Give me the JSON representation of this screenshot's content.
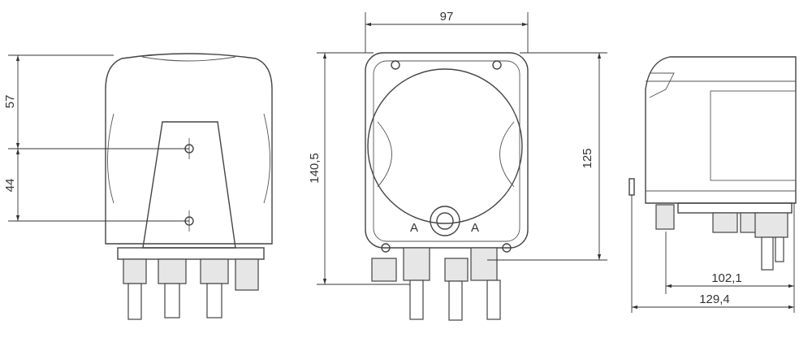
{
  "drawing": {
    "line_color": "#444444",
    "views": {
      "left": {
        "dimensions": {
          "upper_vertical": "57",
          "lower_vertical": "44"
        }
      },
      "front": {
        "dimensions": {
          "width": "97",
          "total_height": "140,5",
          "body_height": "125"
        }
      },
      "side": {
        "dimensions": {
          "depth": "102,1",
          "total_depth": "129,4"
        }
      }
    }
  }
}
